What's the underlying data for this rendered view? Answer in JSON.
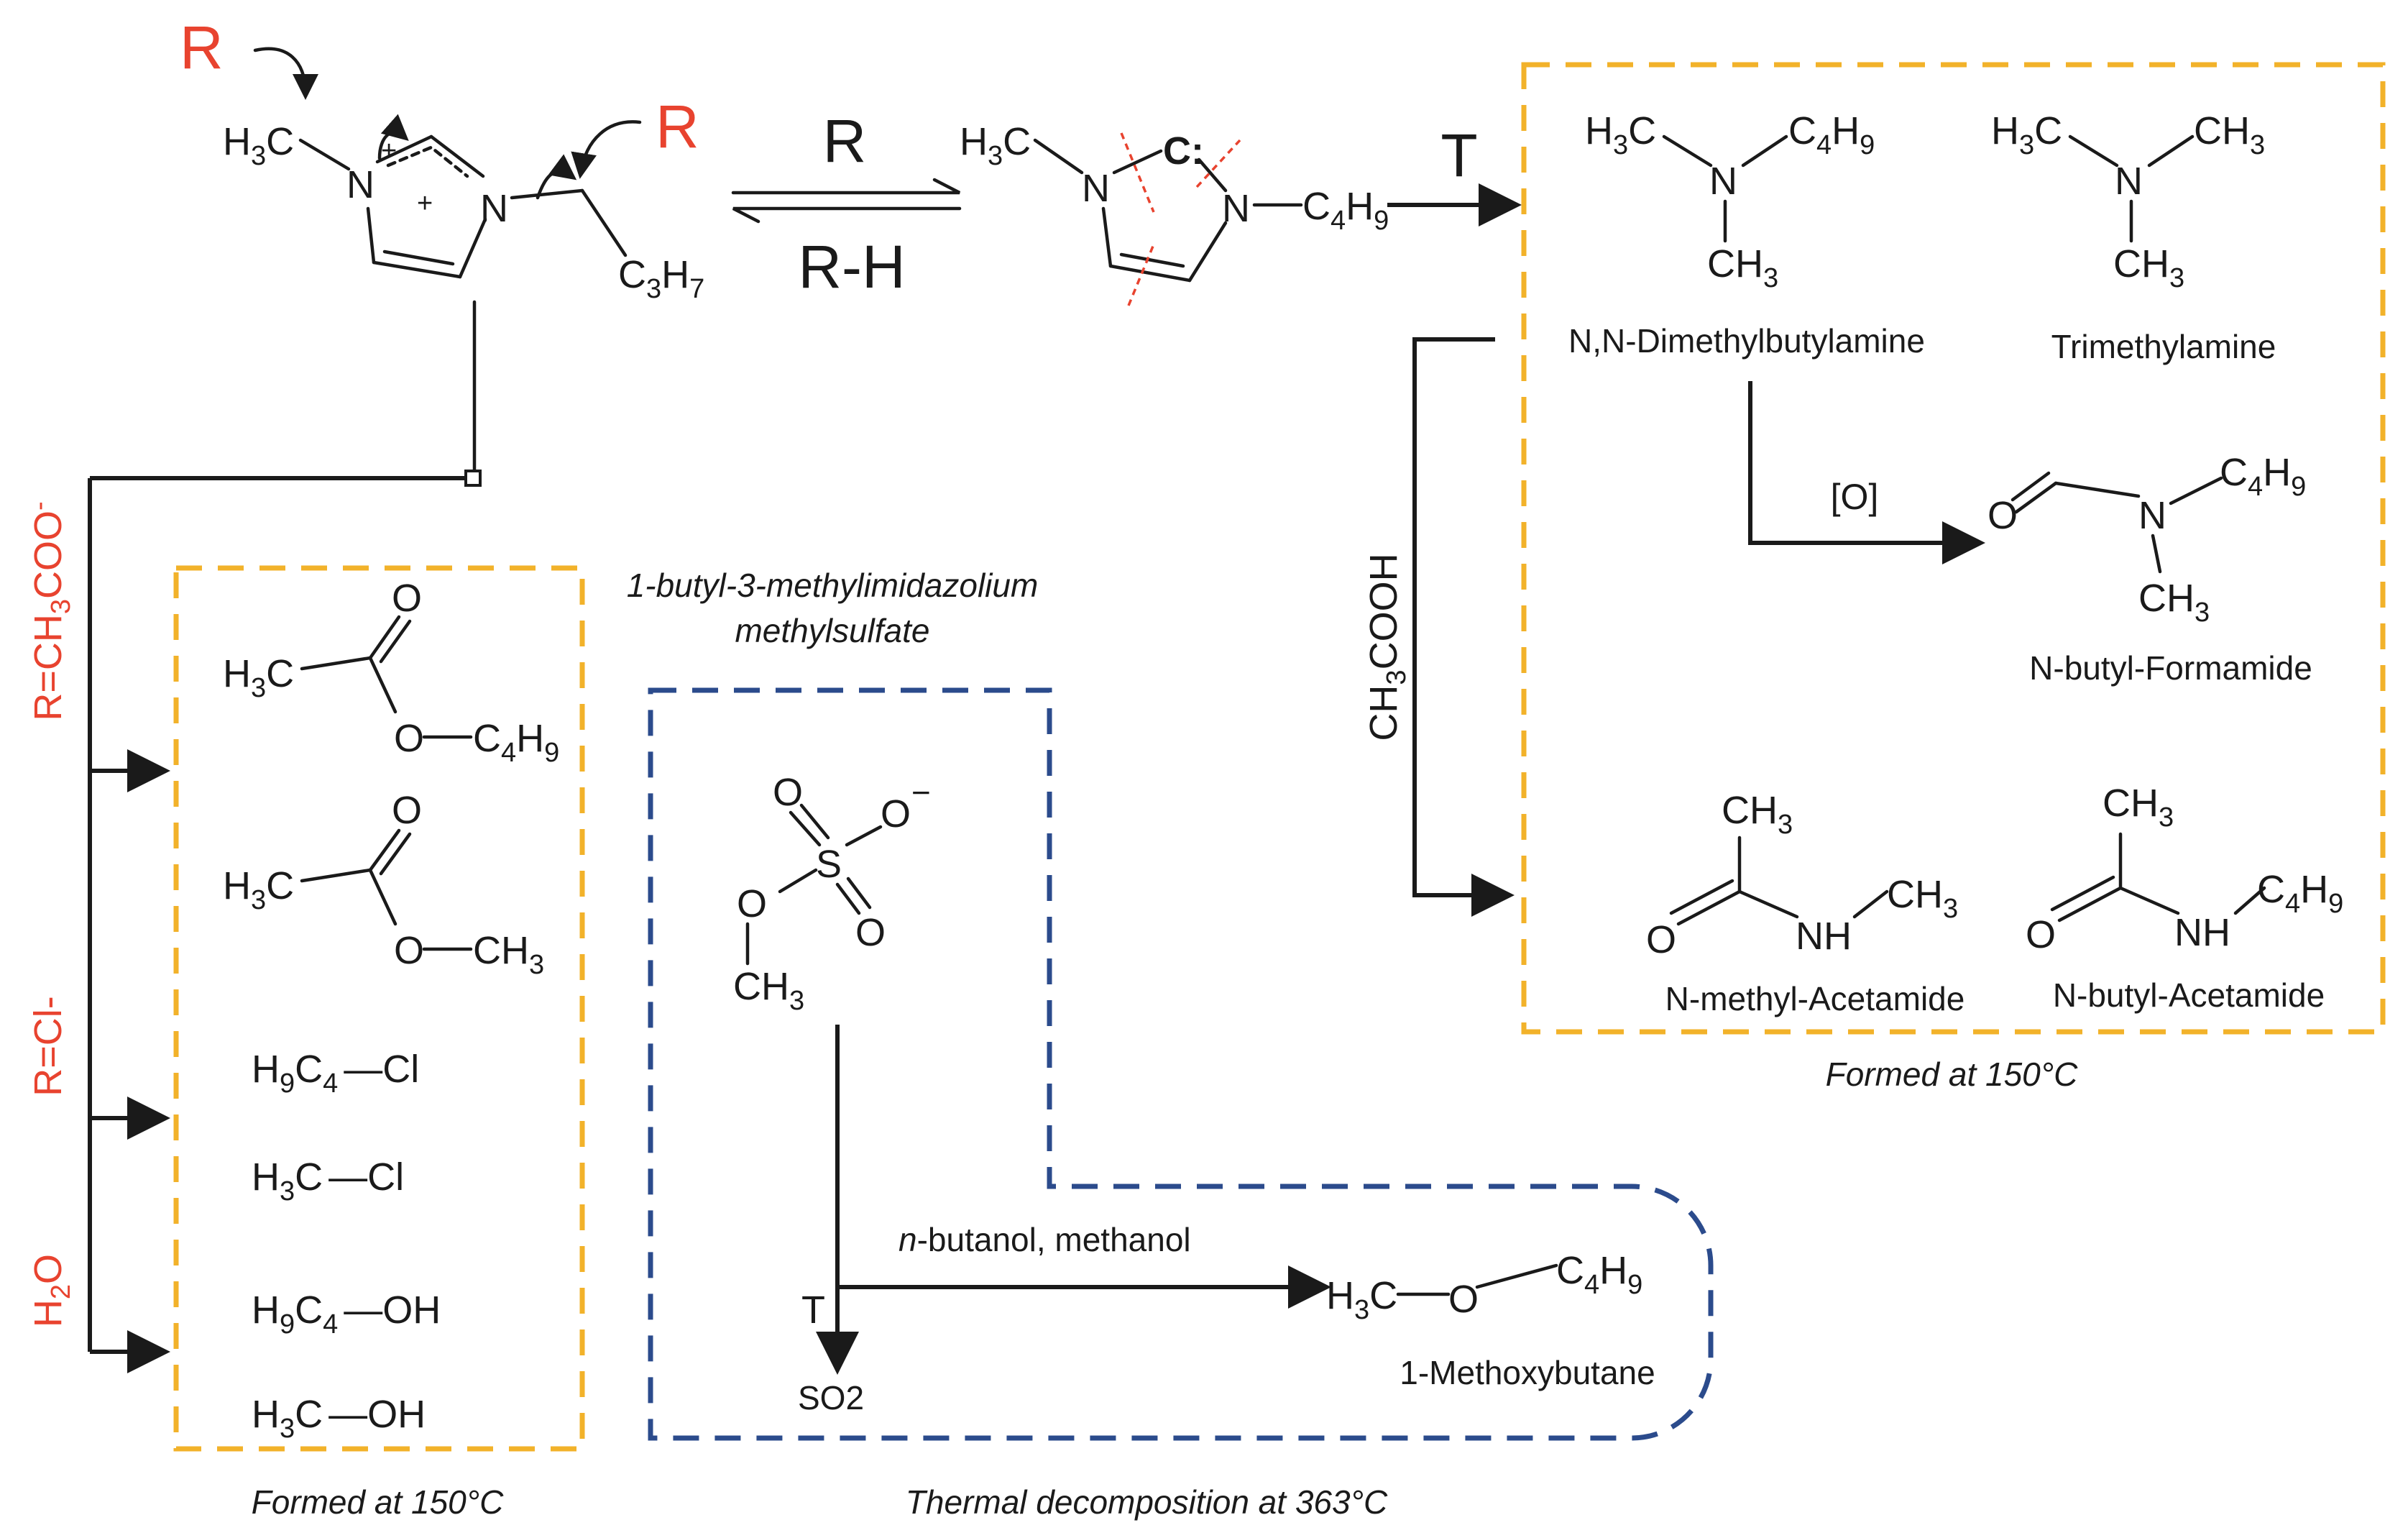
{
  "colors": {
    "reagent_red": "#e8432f",
    "box_orange": "#f2b22a",
    "box_blue": "#2b4b8c",
    "ink": "#1a1a1a"
  },
  "reactant": {
    "radical_left": "R",
    "radical_right": "R",
    "label_h3c": "H",
    "label_h3c_sub": "3",
    "label_h3c_c": "C",
    "n_plus": "N",
    "plus1": "+",
    "plus2": "+",
    "n_right": "N",
    "c3h7": "C",
    "c3h7_sub1": "3",
    "c3h7_h": "H",
    "c3h7_sub2": "7",
    "name_line1": "1-butyl-3-methylimidazolium",
    "name_line2": "methylsulfate"
  },
  "equilibrium": {
    "top": "R",
    "bottom": "R-H"
  },
  "carbene": {
    "h3c": "H",
    "h3c_sub": "3",
    "h3c_c": "C",
    "n_left": "N",
    "c_dot": "C:",
    "n_right": "N",
    "c4h9": "C",
    "c4h9_sub1": "4",
    "c4h9_h": "H",
    "c4h9_sub2": "9",
    "arrow_label": "T"
  },
  "amines_box": {
    "dmba_name": "N,N-Dimethylbutylamine",
    "tma_name": "Trimethylamine",
    "oxidation_label": "[O]",
    "formamide_name": "N-butyl-Formamide",
    "acid_label": "CH3COOH",
    "nma_name": "N-methyl-Acetamide",
    "nba_name": "N-butyl-Acetamide",
    "caption": "Formed at 150°C"
  },
  "left_reagents": {
    "acetate": "R=CH3COO-",
    "chloride": "R=Cl-",
    "water": "H2O"
  },
  "left_box": {
    "butyl_chloride": "H9C4—Cl",
    "methyl_chloride": "H3C—Cl",
    "butanol": "H9C4—OH",
    "methanol": "H3C—OH",
    "caption": "Formed at 150°C"
  },
  "sulfate_box": {
    "arrow_label": "T",
    "product_so2": "SO2",
    "alcohols": "n-butanol, methanol",
    "ether_name": "1-Methoxybutane",
    "caption": "Thermal decomposition at 363°C"
  }
}
